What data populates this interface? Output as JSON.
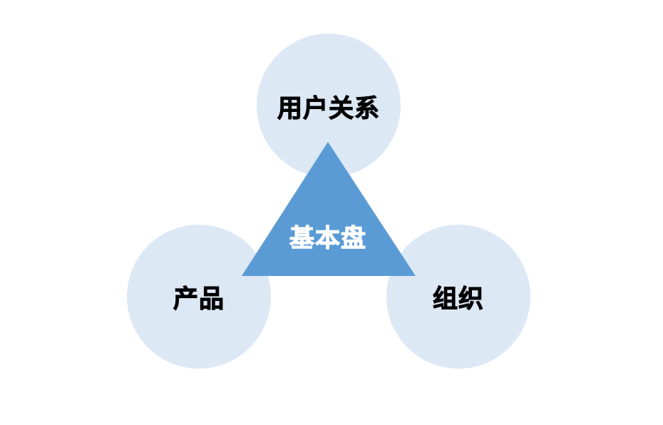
{
  "diagram": {
    "center": {
      "label": "基本盘"
    },
    "nodes": [
      {
        "id": "top",
        "label": "用户关系"
      },
      {
        "id": "left",
        "label": "产品"
      },
      {
        "id": "right",
        "label": "组织"
      }
    ]
  },
  "colors": {
    "circle_fill": "#dde8f5",
    "triangle_fill": "#5b9bd5",
    "circle_text": "#000000",
    "triangle_text": "#ffffff"
  }
}
